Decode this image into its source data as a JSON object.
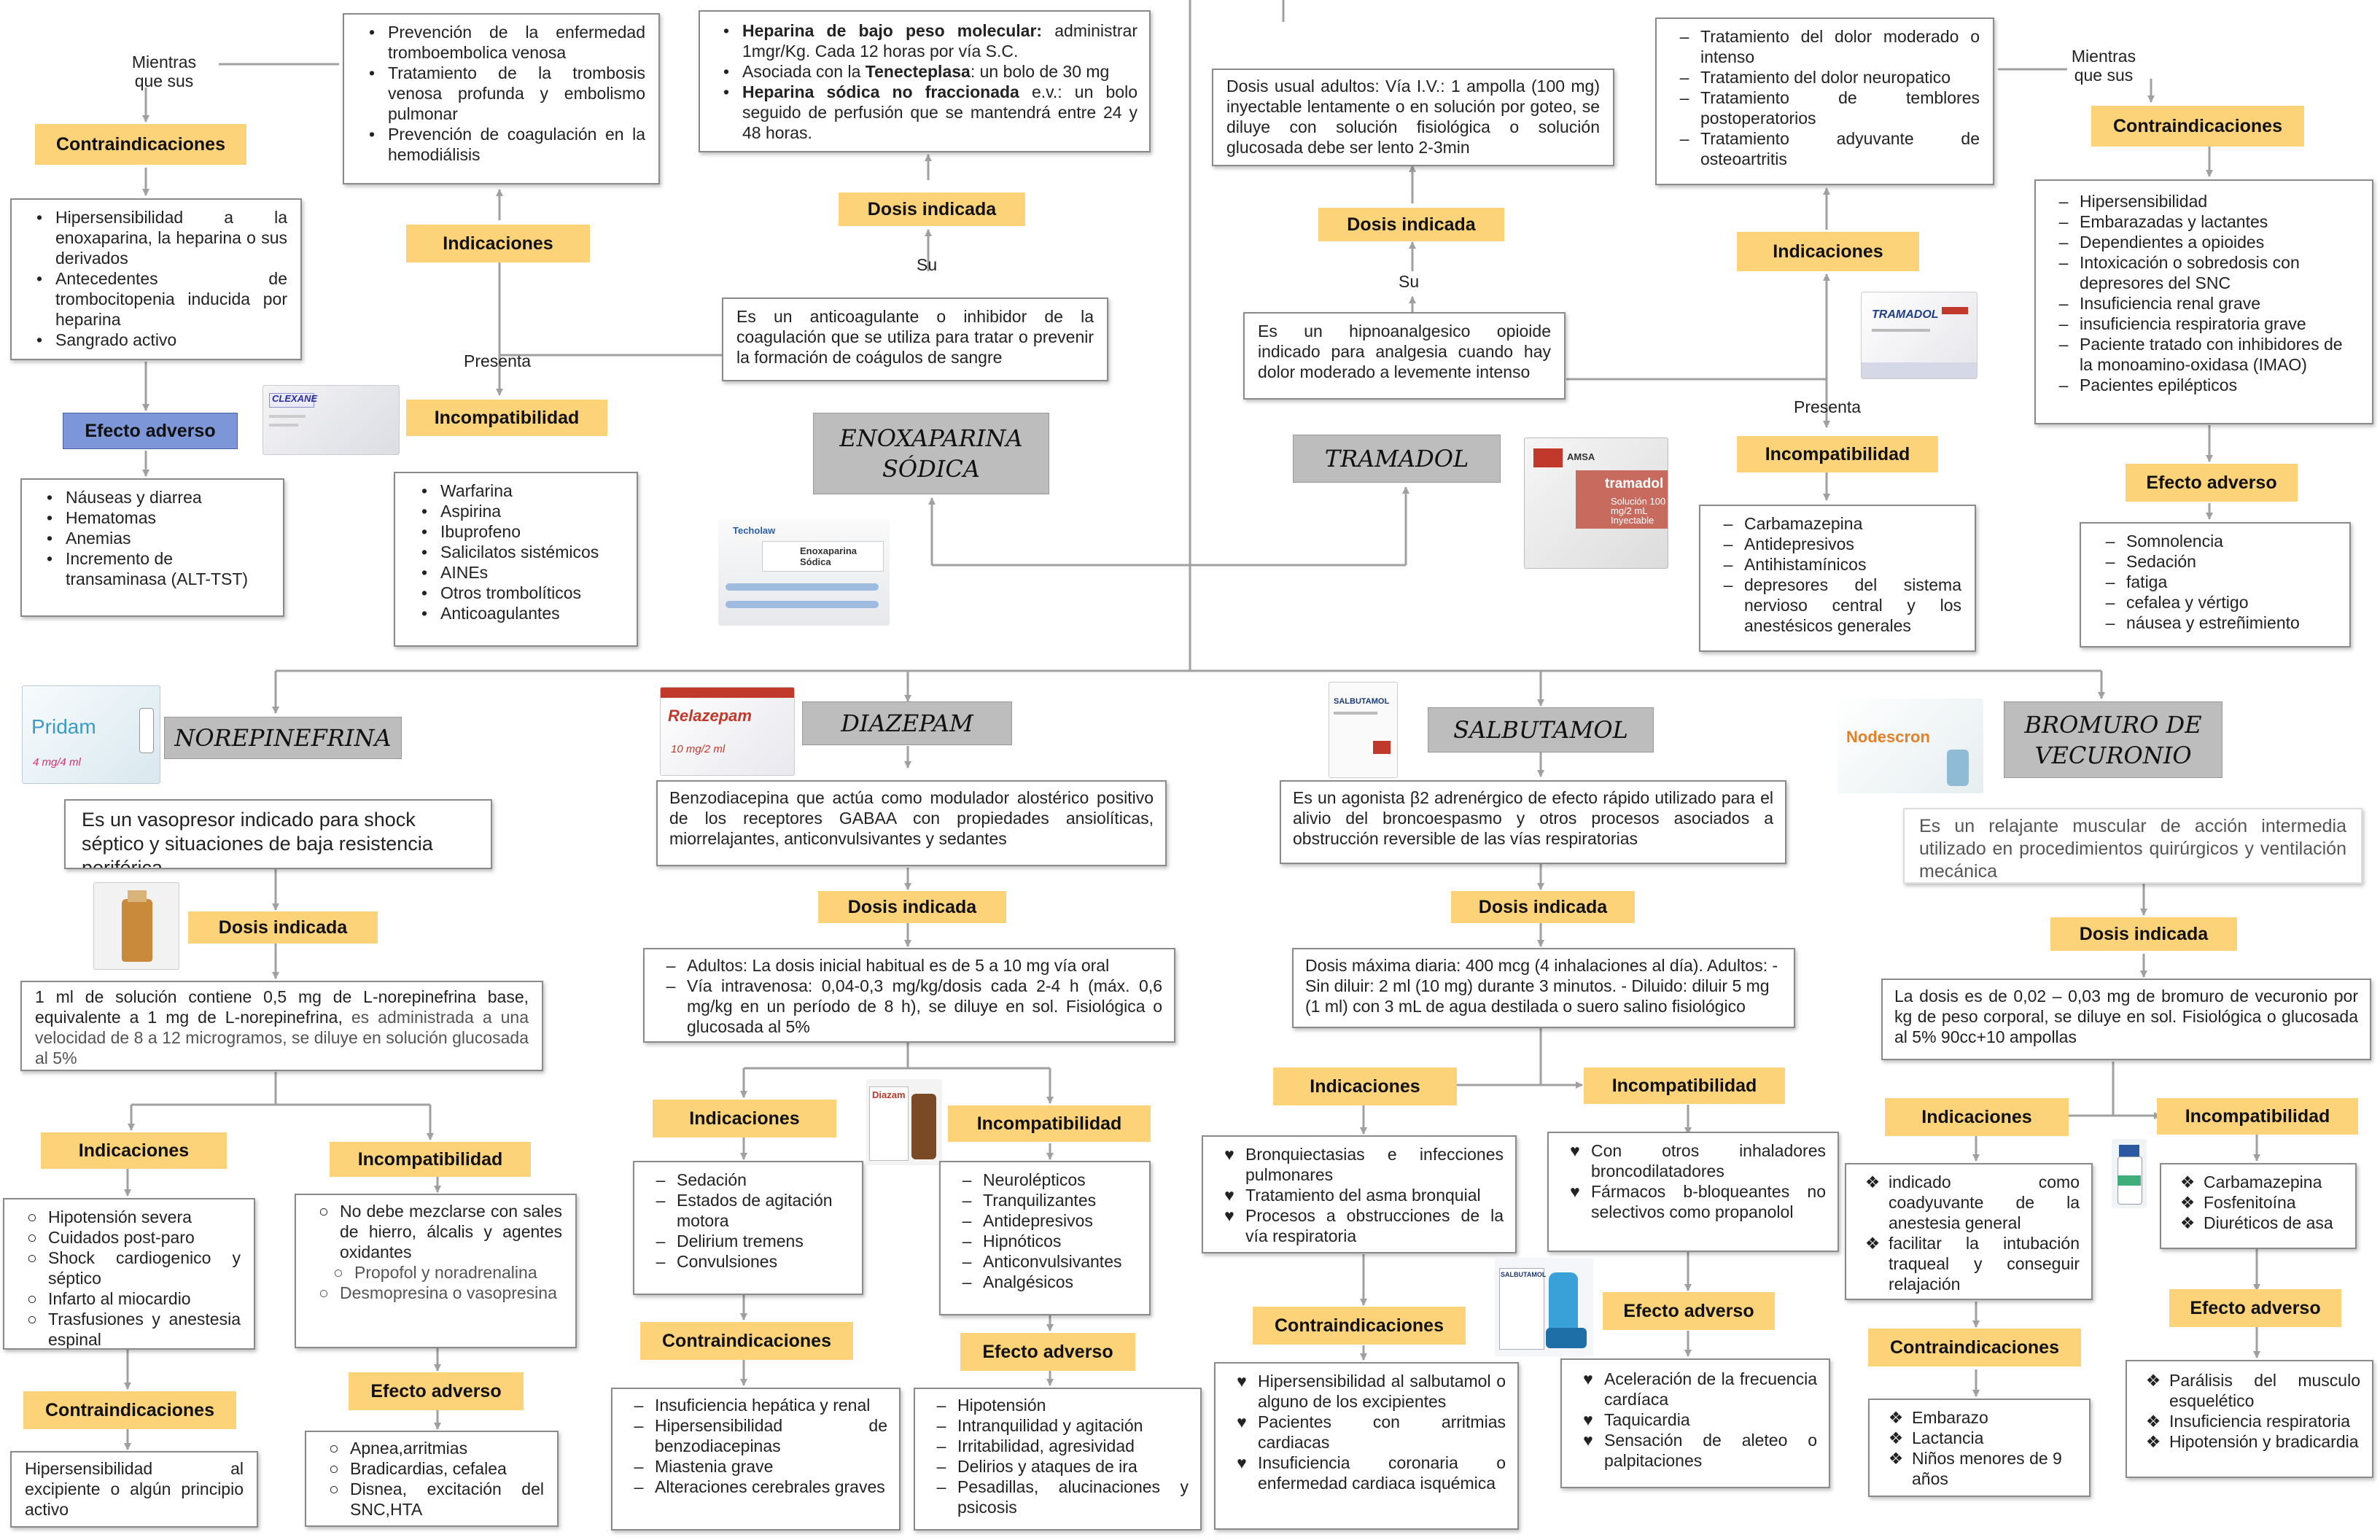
{
  "enoxaparina": {
    "title": "ENOXAPARINA SÓDICA",
    "def": "Es un anticoagulante o inhibidor de la coagulación que se utiliza para tratar o prevenir la formación de coágulos de sangre",
    "link_su": "Su",
    "link_presenta": "Presenta",
    "link_mientras": "Mientras que sus",
    "dosis_title": "Dosis indicada",
    "dosis": [
      {
        "bold": "Heparina de bajo peso molecular:",
        "text": " administrar 1mgr/Kg. Cada 12 horas por vía S.C."
      },
      {
        "bold": "",
        "text": "Asociada con la ",
        "bold2": "Tenecteplasa",
        "text2": ": un bolo de 30 mg"
      },
      {
        "bold": "Heparina sódica no fraccionada",
        "text": " e.v.: un bolo seguido de perfusión que se mantendrá entre 24 y 48 horas."
      }
    ],
    "indicaciones_title": "Indicaciones",
    "indicaciones": [
      "Prevención de la enfermedad tromboembolica venosa",
      "Tratamiento de la trombosis venosa profunda y embolismo pulmonar",
      "Prevención de coagulación en la hemodiálisis"
    ],
    "contra_title": "Contraindicaciones",
    "contra": [
      "Hipersensibilidad a la enoxaparina, la heparina o sus derivados",
      "Antecedentes de trombocitopenia inducida por heparina",
      "Sangrado activo"
    ],
    "efecto_title": "Efecto adverso",
    "efecto": [
      "Náuseas y diarrea",
      "Hematomas",
      "Anemias",
      "Incremento de transaminasa (ALT-TST)"
    ],
    "incomp_title": "Incompatibilidad",
    "incomp": [
      "Warfarina",
      "Aspirina",
      "Ibuprofeno",
      "Salicilatos sistémicos",
      "AINEs",
      "Otros trombolíticos",
      "Anticoagulantes"
    ],
    "img1_label": "CLEXANE",
    "img2_label": "Enoxaparina Sódica",
    "img2_brand": "Techolaw"
  },
  "tramadol": {
    "title": "TRAMADOL",
    "def": "Es un hipnoanalgesico opioide indicado para analgesia cuando hay dolor moderado a levemente intenso",
    "link_su": "Su",
    "link_presenta": "Presenta",
    "link_mientras": "Mientras que sus",
    "dosis_title": "Dosis indicada",
    "dosis": "Dosis usual adultos: Vía I.V.: 1 ampolla (100 mg) inyectable lentamente o en solución por goteo, se diluye con solución fisiológica o solución glucosada debe ser lento 2-3min",
    "indicaciones_title": "Indicaciones",
    "indicaciones": [
      "Tratamiento del dolor moderado o intenso",
      "Tratamiento del dolor neuropatico",
      "Tratamiento de temblores postoperatorios",
      "Tratamiento adyuvante de osteoartritis"
    ],
    "contra_title": "Contraindicaciones",
    "contra": [
      "Hipersensibilidad",
      "Embarazadas y lactantes",
      "Dependientes a opioides",
      "Intoxicación o sobredosis con depresores del SNC",
      "Insuficiencia renal grave",
      "insuficiencia respiratoria grave",
      "Paciente tratado con inhibidores de la monoamino-oxidasa (IMAO)",
      "Pacientes epilépticos"
    ],
    "efecto_title": "Efecto adverso",
    "efecto": [
      "Somnolencia",
      "Sedación",
      "fatiga",
      "cefalea y vértigo",
      "náusea y estreñimiento"
    ],
    "incomp_title": "Incompatibilidad",
    "incomp": [
      "Carbamazepina",
      "Antidepresivos",
      "Antihistamínicos",
      "depresores del sistema nervioso central y los anestésicos generales"
    ],
    "img1_label": "TRAMADOL",
    "img2_brand": "AMSA",
    "img2_label": "tramadol",
    "img2_sub": "Solución 100 mg/2 mL Inyectable"
  },
  "norepinefrina": {
    "title": "NOREPINEFRINA",
    "def": "Es un vasopresor indicado para shock séptico y situaciones de baja resistencia periférica",
    "dosis_title": "Dosis indicada",
    "dosis_a": "1 ml de solución contiene 0,5 mg de L-norepinefrina base, equivalente a 1 mg de L-norepinefrina,",
    "dosis_b": " es administrada a una velocidad de 8 a 12 microgramos, se diluye en solución glucosada al 5%",
    "indicaciones_title": "Indicaciones",
    "indicaciones": [
      "Hipotensión severa",
      "Cuidados post-paro",
      "Shock cardiogenico y séptico",
      "Infarto al miocardio",
      "Trasfusiones y anestesia espinal"
    ],
    "contra_title": "Contraindicaciones",
    "contra": "Hipersensibilidad al excipiente o algún principio activo",
    "incomp_title": "Incompatibilidad",
    "incomp": [
      "No debe mezclarse con sales de hierro, álcalis y agentes oxidantes"
    ],
    "incomp_b": [
      "Propofol y noradrenalina",
      "Desmopresina o vasopresina"
    ],
    "efecto_title": "Efecto adverso",
    "efecto": [
      "Apnea,arritmias",
      "Bradicardias, cefalea",
      "Disnea, excitación del SNC,HTA"
    ],
    "img1_label": "Pridam",
    "img1_sub": "4 mg/4 ml"
  },
  "diazepam": {
    "title": "DIAZEPAM",
    "def": "Benzodiacepina que actúa como modulador alostérico positivo de los receptores GABAA con propiedades ansiolíticas, miorrelajantes, anticonvulsivantes y sedantes",
    "dosis_title": "Dosis indicada",
    "dosis": [
      "Adultos: La dosis inicial habitual es de 5 a 10 mg vía oral",
      "Vía intravenosa: 0,04-0,3 mg/kg/dosis cada 2-4 h (máx. 0,6 mg/kg en un período de 8 h), se diluye en sol. Fisiológica o glucosada al 5%"
    ],
    "indicaciones_title": "Indicaciones",
    "indicaciones": [
      "Sedación",
      "Estados de agitación motora",
      "Delirium tremens",
      "Convulsiones"
    ],
    "contra_title": "Contraindicaciones",
    "contra": [
      "Insuficiencia hepática y renal",
      "Hipersensibilidad de benzodiacepinas",
      "Miastenia grave",
      "Alteraciones cerebrales graves"
    ],
    "incomp_title": "Incompatibilidad",
    "incomp": [
      "Neurolépticos",
      "Tranquilizantes",
      "Antidepresivos",
      "Hipnóticos",
      "Anticonvulsivantes",
      "Analgésicos"
    ],
    "efecto_title": "Efecto adverso",
    "efecto": [
      "Hipotensión",
      "Intranquilidad y agitación",
      "Irritabilidad, agresividad",
      "Delirios y ataques de ira",
      "Pesadillas, alucinaciones y psicosis"
    ],
    "img1_label": "Relazepam",
    "img1_sub": "10 mg/2 ml",
    "img2_label": "Diazam"
  },
  "salbutamol": {
    "title": "SALBUTAMOL",
    "def": "Es un agonista β2 adrenérgico de efecto rápido utilizado para el alivio del broncoespasmo y otros procesos asociados a obstrucción reversible de las vías respiratorias",
    "dosis_title": "Dosis indicada",
    "dosis": "Dosis máxima diaria: 400 mcg (4 inhalaciones al día). Adultos: - Sin diluir: 2 ml (10 mg) durante 3 minutos. - Diluido: diluir 5 mg (1 ml) con 3 mL de agua destilada o suero salino fisiológico",
    "indicaciones_title": "Indicaciones",
    "indicaciones": [
      "Bronquiectasias e infecciones pulmonares",
      "Tratamiento del asma bronquial",
      "Procesos a obstrucciones de la vía respiratoria"
    ],
    "contra_title": "Contraindicaciones",
    "contra": [
      "Hipersensibilidad al salbutamol o alguno de los excipientes",
      "Pacientes con arritmias cardiacas",
      "Insuficiencia coronaria o enfermedad cardiaca isquémica"
    ],
    "incomp_title": "Incompatibilidad",
    "incomp": [
      "Con otros inhaladores broncodilatadores",
      "Fármacos b-bloqueantes no selectivos como propanolol"
    ],
    "efecto_title": "Efecto adverso",
    "efecto": [
      "Aceleración de la frecuencia cardíaca",
      "Taquicardia",
      "Sensación de aleteo o palpitaciones"
    ],
    "img1_label": "SALBUTAMOL",
    "img2_label": "SALBUTAMOL"
  },
  "vecuronio": {
    "title": "BROMURO DE VECURONIO",
    "def": "Es un relajante muscular de acción intermedia utilizado en procedimientos quirúrgicos y ventilación mecánica",
    "dosis_title": "Dosis indicada",
    "dosis": "La dosis es de 0,02 – 0,03 mg de bromuro de vecuronio por kg de peso corporal, se diluye en sol. Fisiológica o glucosada al 5% 90cc+10 ampollas",
    "indicaciones_title": "Indicaciones",
    "indicaciones": [
      "indicado como coadyuvante de la anestesia general",
      "facilitar la intubación traqueal y conseguir relajación"
    ],
    "contra_title": "Contraindicaciones",
    "contra": [
      "Embarazo",
      "Lactancia",
      "Niños menores de 9 años"
    ],
    "incomp_title": "Incompatibilidad",
    "incomp": [
      "Carbamazepina",
      "Fosfenitoína",
      "Diuréticos de asa"
    ],
    "efecto_title": "Efecto adverso",
    "efecto": [
      "Parálisis del musculo esquelético",
      "Insuficiencia respiratoria",
      "Hipotensión y bradicardia"
    ],
    "img1_label": "Nodescron"
  },
  "colors": {
    "yellow": "#fdd37a",
    "blue": "#7d96d8",
    "grey": "#bdbdbd",
    "line": "#a0a0a0"
  }
}
